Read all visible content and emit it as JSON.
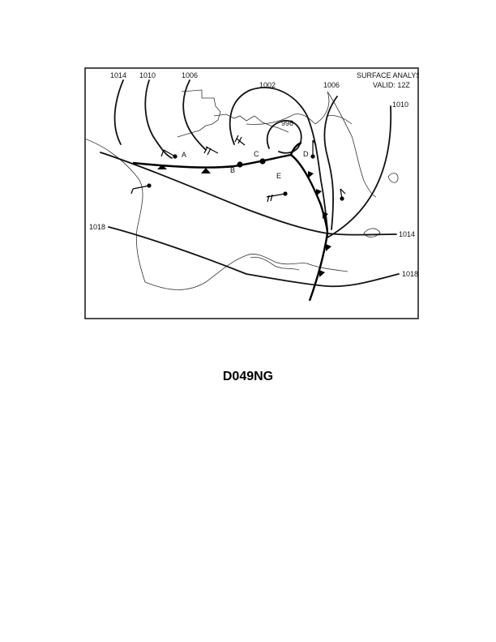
{
  "map": {
    "title": "SURFACE ANALYSIS",
    "valid": "VALID: 12Z",
    "isobars": {
      "top_1014": "1014",
      "top_1010": "1010",
      "top_1006": "1006",
      "low_1002": "1002",
      "low_998": "998",
      "right_1006": "1006",
      "right_1010": "1010",
      "left_1018": "1018",
      "right_1014": "1014",
      "right_1018": "1018"
    },
    "points": {
      "a": "A",
      "b": "B",
      "c": "C",
      "d": "D",
      "e": "E"
    }
  },
  "footer": {
    "code": "D049NG"
  }
}
